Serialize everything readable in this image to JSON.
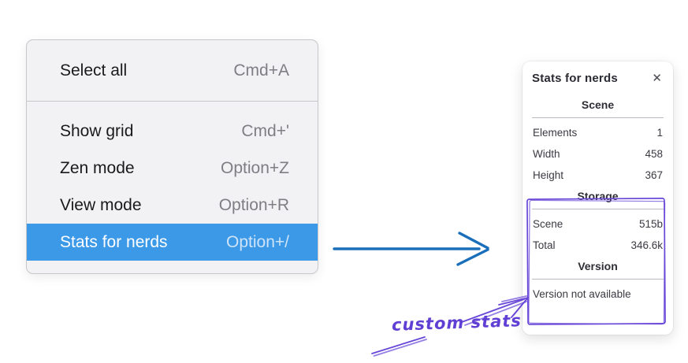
{
  "context_menu": {
    "items": [
      {
        "label": "Select all",
        "shortcut": "Cmd+A",
        "selected": false
      },
      {
        "label": "Show grid",
        "shortcut": "Cmd+'",
        "selected": false
      },
      {
        "label": "Zen mode",
        "shortcut": "Option+Z",
        "selected": false
      },
      {
        "label": "View mode",
        "shortcut": "Option+R",
        "selected": false
      },
      {
        "label": "Stats for nerds",
        "shortcut": "Option+/",
        "selected": true
      }
    ]
  },
  "stats_panel": {
    "title": "Stats for nerds",
    "close_icon": "✕",
    "sections": [
      {
        "heading": "Scene",
        "rows": [
          [
            "Elements",
            "1"
          ],
          [
            "Width",
            "458"
          ],
          [
            "Height",
            "367"
          ]
        ]
      },
      {
        "heading": "Storage",
        "rows": [
          [
            "Scene",
            "515b"
          ],
          [
            "Total",
            "346.6k"
          ]
        ]
      },
      {
        "heading": "Version",
        "note": "Version not available"
      }
    ]
  },
  "annotation": {
    "label": "custom stats",
    "purple": "#6847d8",
    "arrow_blue": "#1b6fba"
  },
  "colors": {
    "menu_highlight": "#3b99e8",
    "menu_background": "#f2f2f4",
    "panel_background": "#ffffff"
  }
}
